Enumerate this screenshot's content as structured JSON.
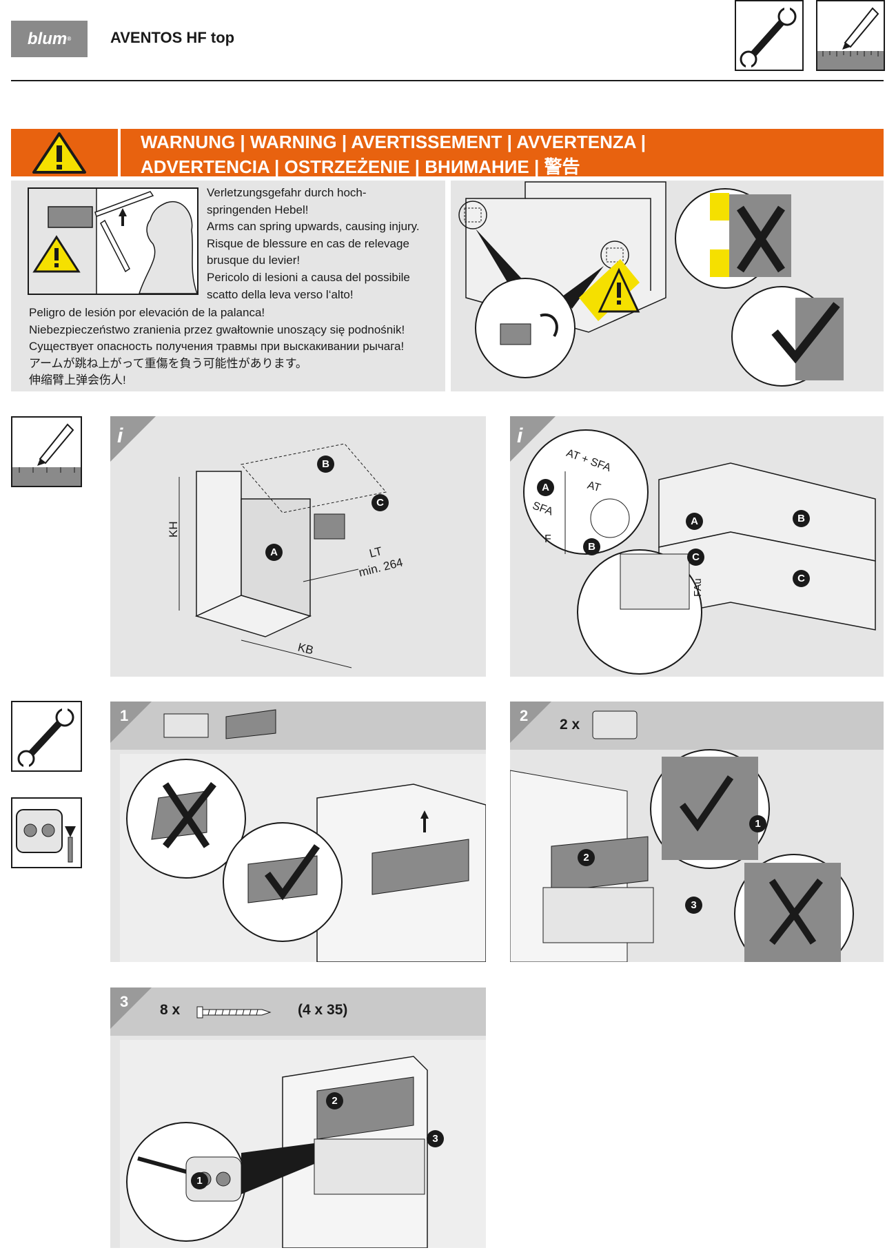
{
  "header": {
    "brand": "blum",
    "title": "AVENTOS HF top"
  },
  "warning": {
    "heading_line1": "WARNUNG | WARNING | AVERTISSEMENT | AVVERTENZA |",
    "heading_line2": "ADVERTENCIA | OSTRZEŻENIE | ВНИМАНИЕ | 警告",
    "text_lines": [
      "Verletzungsgefahr durch hoch-",
      "springenden Hebel!",
      "Arms can spring upwards, causing injury.",
      "Risque de blessure en cas de relevage",
      "brusque du levier!",
      "Pericolo di lesioni a causa del possibile",
      "scatto della leva verso l‘alto!"
    ],
    "text_lines_full": [
      "Peligro de lesión por elevación de la palanca!",
      "Niebezpieczeństwo zranienia przez gwałtownie unoszący się podnośnik!",
      "Существует опасность получения травмы при выскакивании рычага!",
      "アームが跳ね上がって重傷を負う可能性があります。",
      "伸缩臂上弹会伤人!"
    ]
  },
  "dimensions": {
    "kh": "KH",
    "kb": "KB",
    "lt": "LT",
    "lt_min": "min. 264",
    "at_sfa": "AT + SFA",
    "at": "AT",
    "sfa": "SFA",
    "f": "F",
    "fau": "FAu"
  },
  "markers": {
    "a": "A",
    "b": "B",
    "c": "C"
  },
  "steps": {
    "step1": {
      "number": "1"
    },
    "step2": {
      "number": "2",
      "quantity": "2 x"
    },
    "step3": {
      "number": "3",
      "quantity": "8 x",
      "screw_size": "(4 x 35)"
    }
  },
  "callouts": {
    "one": "1",
    "two": "2",
    "three": "3"
  },
  "colors": {
    "warning_orange": "#e8620f",
    "panel_gray": "#e5e5e5",
    "header_gray": "#c9c9c9",
    "highlight_yellow": "#f5e000"
  }
}
